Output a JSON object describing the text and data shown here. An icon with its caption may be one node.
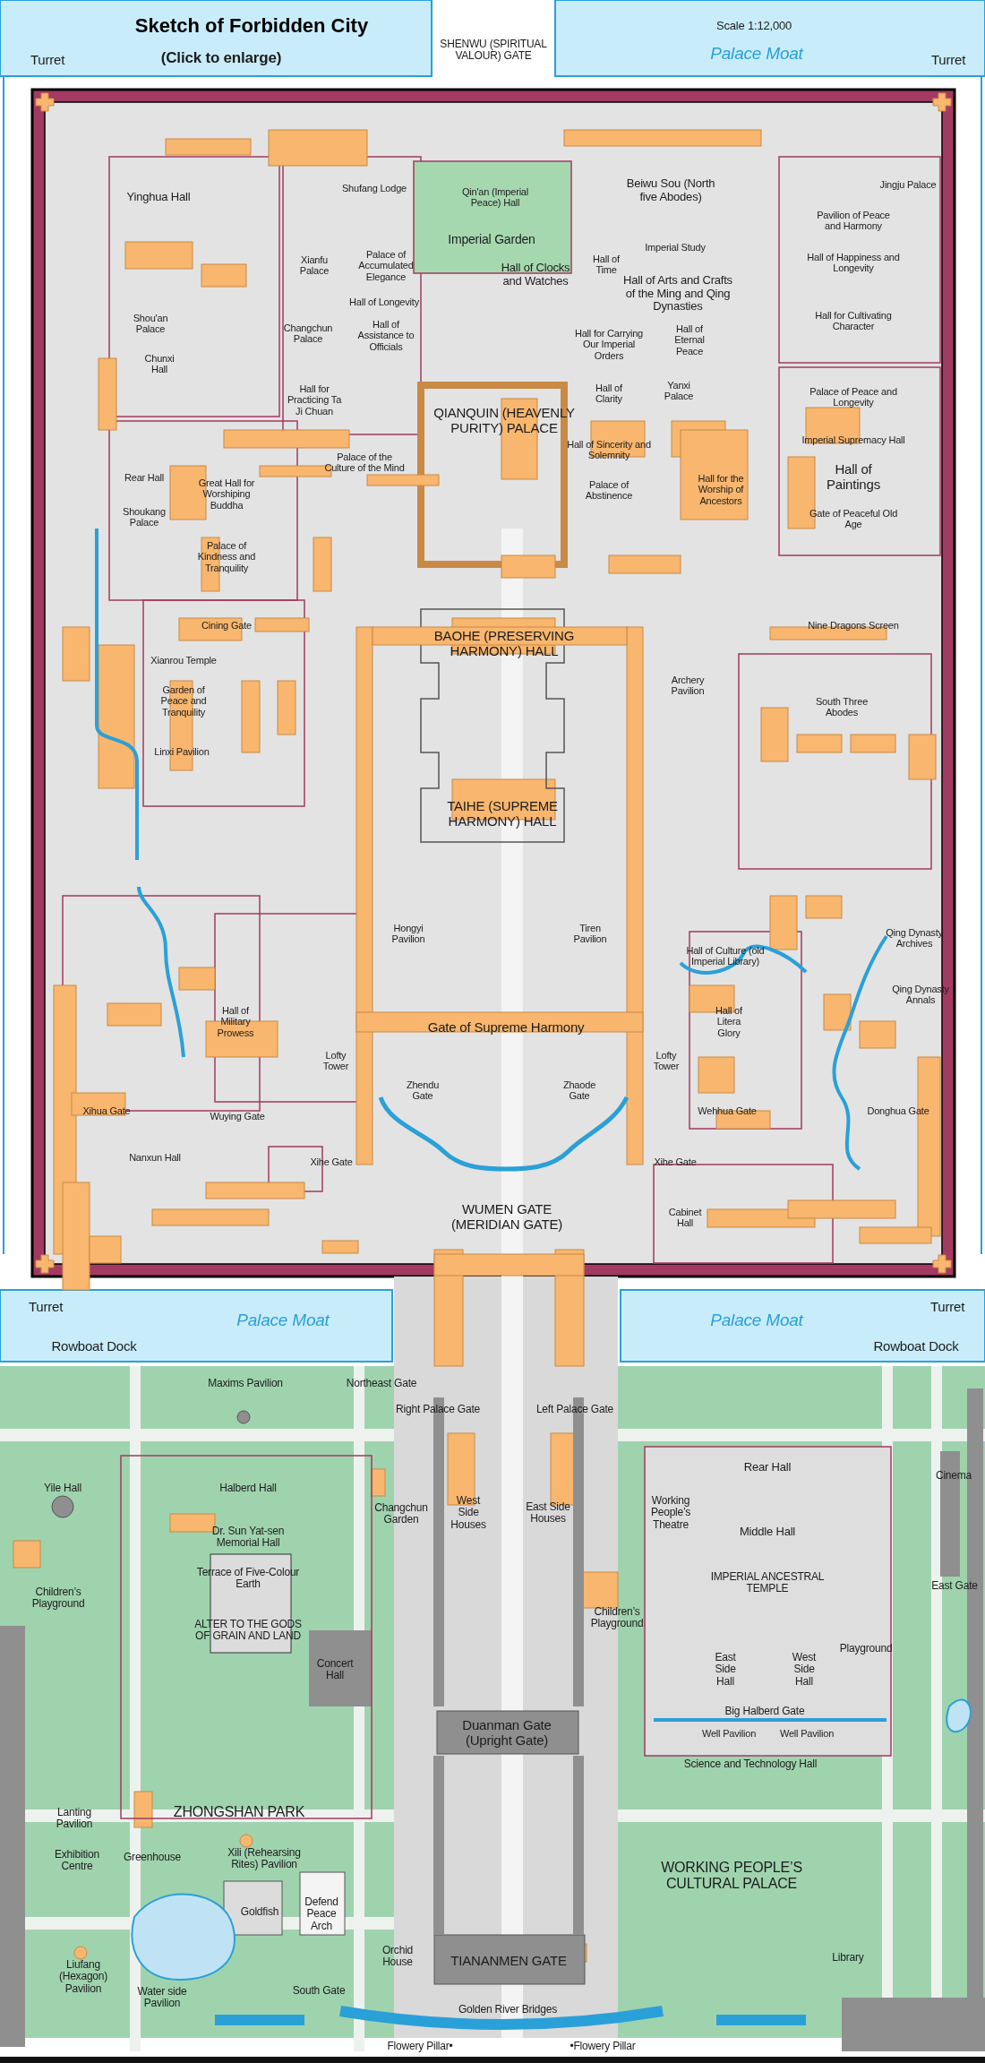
{
  "diagram": {
    "title": "Sketch of Forbidden City",
    "labels": [
      "(Click to enlarge)",
      "Turret",
      "SHENWU (SPIRITUAL VALOUR) GATE",
      "Scale 1:12,000",
      "Palace Moat",
      "Turret",
      "Yinghua Hall",
      "Shufang Lodge",
      "Qin'an (Imperial Peace) Hall",
      "Beiwu Sou (North five Abodes)",
      "Jingju Palace",
      "Pavilion of Peace and Harmony",
      "Imperial Garden",
      "Xianfu Palace",
      "Palace of Accumulated Elegance",
      "Imperial Study",
      "Hall of Time",
      "Hall of Clocks and Watches",
      "Hall of Arts and Crafts of the Ming and Qing Dynasties",
      "Hall of Happiness and Longevity",
      "Hall of Longevity",
      "Shou'an Palace",
      "Changchun Palace",
      "Hall of Assistance to Officials",
      "Hall for Carrying Our Imperial Orders",
      "Hall of Eternal Peace",
      "Hall for Cultivating Character",
      "Chunxi Hall",
      "Hall for Practicing Ta Ji Chuan",
      "Hall of Clarity",
      "Yanxi Palace",
      "QIANQUIN (HEAVENLY PURITY) PALACE",
      "Palace of Peace and Longevity",
      "Imperial Supremacy Hall",
      "Hall of Paintings",
      "Palace of the Culture of the Mind",
      "Hall of Sincerity and Solemnity",
      "Rear Hall",
      "Hall for the Worship of Ancestors",
      "Palace of Abstinence",
      "Great Hall for Worshiping Buddha",
      "Shoukang Palace",
      "Gate of Peaceful Old Age",
      "Palace of Kindness and Tranquility",
      "Cining Gate",
      "Nine Dragons Screen",
      "BAOHE (PRESERVING HARMONY) HALL",
      "Xianrou Temple",
      "Archery Pavilion",
      "Garden of Peace and Tranquility",
      "South Three Abodes",
      "Linxi Pavilion",
      "TAIHE (SUPREME HARMONY) HALL",
      "Hongyi Pavilion",
      "Tiren Pavilion",
      "Qing Dynasty Archives",
      "Hall of Culture (old Imperial Library)",
      "Qing Dynasty Annals",
      "Hall of Military Prowess",
      "Hall of Litera Glory",
      "Gate of Supreme Harmony",
      "Lofty Tower",
      "Lofty Tower",
      "Zhendu Gate",
      "Zhaode Gate",
      "Xihua Gate",
      "Wuying Gate",
      "Wehhua Gate",
      "Donghua Gate",
      "Nanxun Hall",
      "Xihe Gate",
      "Xihe Gate",
      "WUMEN GATE (MERIDIAN GATE)",
      "Cabinet Hall",
      "Turret",
      "Palace Moat",
      "Palace Moat",
      "Turret",
      "Rowboat Dock",
      "Rowboat Dock",
      "Maxims Pavilion",
      "Northeast Gate",
      "Right Palace Gate",
      "Left Palace Gate",
      "Yile Hall",
      "Halberd Hall",
      "Rear Hall",
      "Cinema",
      "Changchun Garden",
      "West Side Houses",
      "East Side Houses",
      "Working People’s Theatre",
      "Dr. Sun Yat-sen Memorial Hall",
      "Middle Hall",
      "Terrace of Five-Colour Earth",
      "IMPERIAL ANCESTRAL TEMPLE",
      "East Gate",
      "Children’s Playground",
      "ALTER TO THE GODS OF GRAIN AND LAND",
      "Children’s Playground",
      "Playground",
      "Concert Hall",
      "East Side Hall",
      "West Side Hall",
      "Big Halberd Gate",
      "Duanman Gate (Upright Gate)",
      "Well Pavilion",
      "Well Pavilion",
      "Science and Technology Hall",
      "ZHONGSHAN PARK",
      "Lanting Pavilion",
      "Exhibition Centre",
      "Greenhouse",
      "Xili (Rehearsing Rites) Pavilion",
      "WORKING PEOPLE’S CULTURAL PALACE",
      "Goldfish",
      "Defend Peace Arch",
      "Liufang (Hexagon) Pavilion",
      "Orchid House",
      "TIANANMEN GATE",
      "Library",
      "Water side Pavilion",
      "South Gate",
      "Golden River Bridges",
      "Flowery Pillar•",
      "•Flowery Pillar"
    ]
  }
}
